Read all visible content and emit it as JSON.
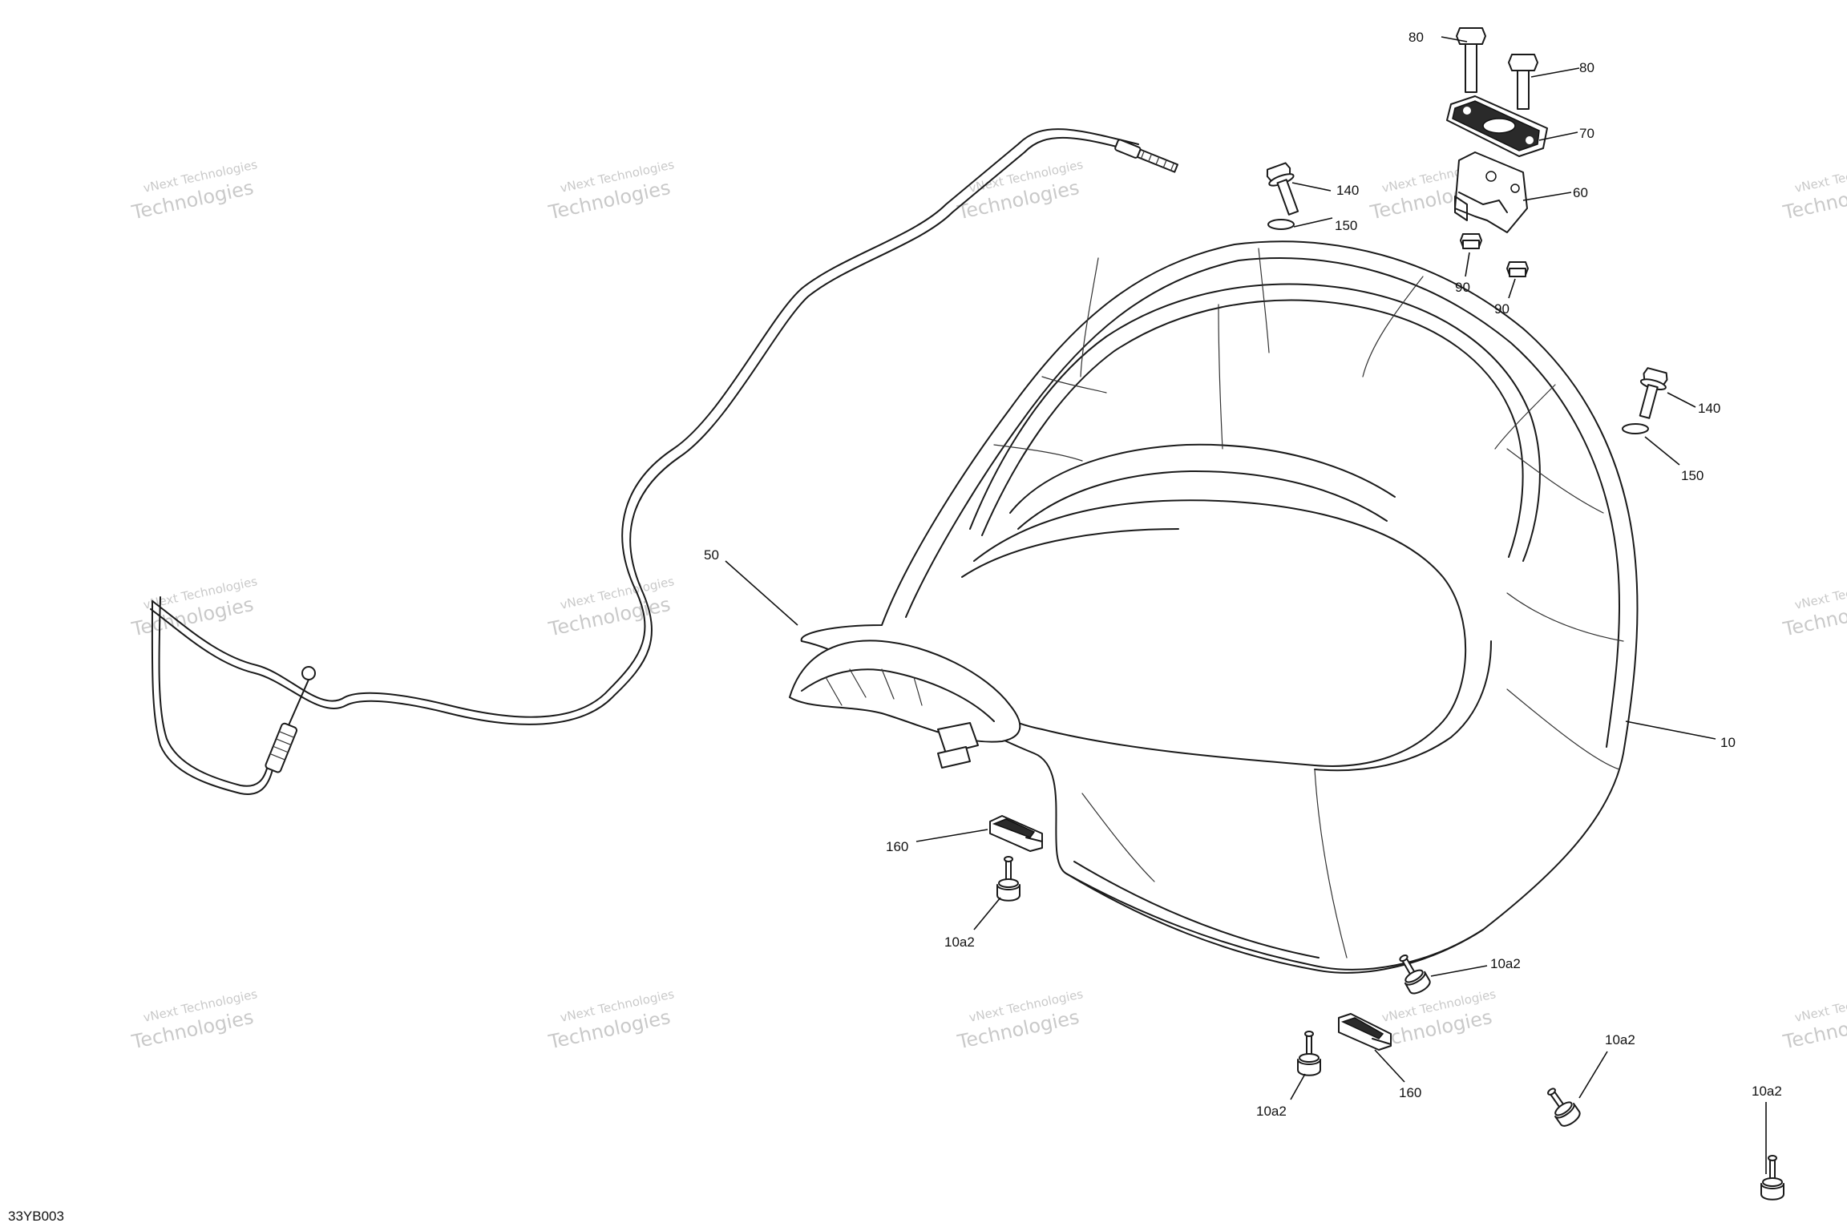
{
  "drawing_code": "33YB003",
  "watermark": {
    "line1": "vNext Technologies",
    "line2": "Technologies"
  },
  "callouts": {
    "c10": "10",
    "c50": "50",
    "c60": "60",
    "c70": "70",
    "c80a": "80",
    "c80b": "80",
    "c90a": "90",
    "c90b": "90",
    "c140a": "140",
    "c140b": "140",
    "c150a": "150",
    "c150b": "150",
    "c160a": "160",
    "c160b": "160",
    "c10a2_1": "10a2",
    "c10a2_2": "10a2",
    "c10a2_3": "10a2",
    "c10a2_4": "10a2",
    "c10a2_5": "10a2"
  }
}
